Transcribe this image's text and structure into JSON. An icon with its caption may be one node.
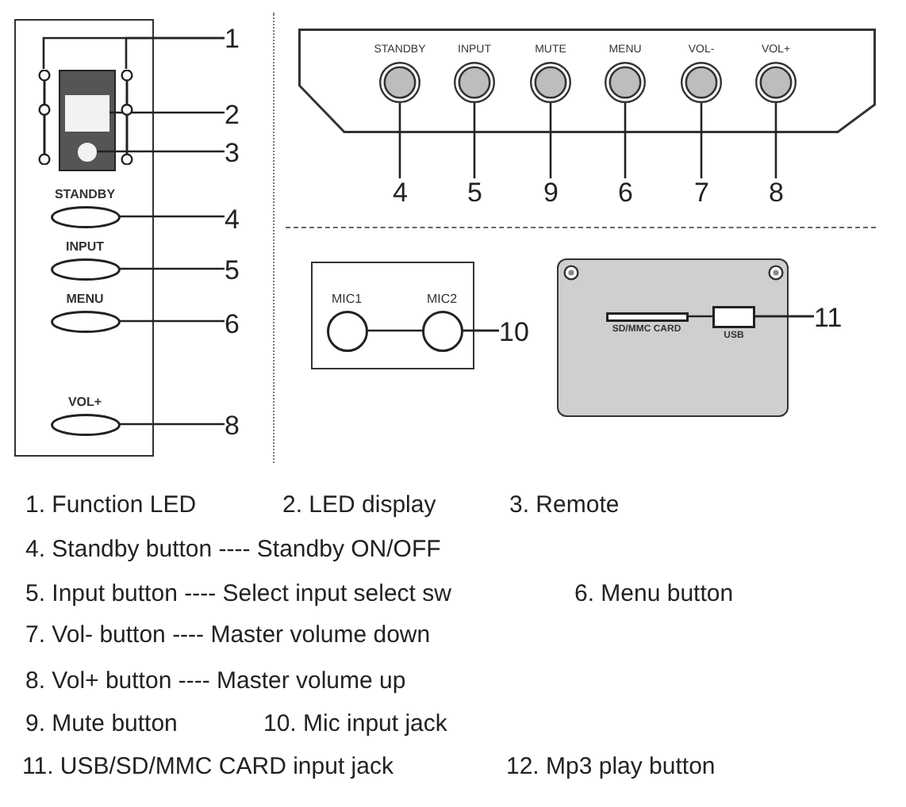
{
  "diagram": {
    "nodes": [
      {
        "text": [],
        "shape": "box"
      },
      {
        "text": [],
        "shape": "picture",
        "in": 0
      },
      {
        "text": [],
        "shape": "picture",
        "in": 0
      },
      {
        "text": [],
        "shape": "box",
        "in": 0
      },
      {
        "text": [],
        "shape": "box",
        "in": 3
      },
      {
        "text": [],
        "shape": "circle",
        "in": 3
      },
      {
        "text": [
          "STANDBY"
        ],
        "in": 0
      },
      {
        "text": [
          "INPUT"
        ],
        "in": 0
      },
      {
        "text": [
          "MENU"
        ],
        "in": 0
      },
      {
        "text": [
          "VOL+"
        ],
        "in": 0
      },
      {
        "text": [
          "1"
        ]
      },
      {
        "text": [
          "2"
        ]
      },
      {
        "text": [
          "3"
        ]
      },
      {
        "text": [
          "4"
        ]
      },
      {
        "text": [
          "5"
        ]
      },
      {
        "text": [
          "6"
        ]
      },
      {
        "text": [
          "8"
        ]
      },
      {
        "text": [],
        "shape": "box"
      },
      {
        "text": [
          "STANDBY"
        ],
        "in": 17
      },
      {
        "text": [
          "INPUT"
        ],
        "in": 17
      },
      {
        "text": [
          "MUTE"
        ],
        "in": 17
      },
      {
        "text": [
          "MENU"
        ],
        "in": 17
      },
      {
        "text": [
          "VOL-"
        ],
        "in": 17
      },
      {
        "text": [
          "VOL+"
        ],
        "in": 17
      },
      {
        "text": [
          "4"
        ]
      },
      {
        "text": [
          "5"
        ]
      },
      {
        "text": [
          "9"
        ]
      },
      {
        "text": [
          "6"
        ]
      },
      {
        "text": [
          "7"
        ]
      },
      {
        "text": [
          "8"
        ]
      },
      {
        "text": [],
        "shape": "box"
      },
      {
        "text": [
          "MIC1"
        ],
        "in": 30
      },
      {
        "text": [
          "MIC2"
        ],
        "in": 30
      },
      {
        "text": [
          "10"
        ]
      },
      {
        "text": [],
        "shape": "box"
      },
      {
        "text": [
          "SD/MMC CARD"
        ],
        "in": 34
      },
      {
        "text": [
          "USB"
        ],
        "in": 34
      },
      {
        "text": [
          "11"
        ]
      }
    ],
    "edges": [
      {
        "from": 10,
        "to": 1,
        "arrow": "none"
      },
      {
        "from": 10,
        "to": 2,
        "arrow": "none"
      },
      {
        "from": 11,
        "to": 4,
        "arrow": "none"
      },
      {
        "from": 12,
        "to": 5,
        "arrow": "none"
      },
      {
        "from": 13,
        "to": 6,
        "arrow": "none"
      },
      {
        "from": 14,
        "to": 7,
        "arrow": "none"
      },
      {
        "from": 15,
        "to": 8,
        "arrow": "none"
      },
      {
        "from": 16,
        "to": 9,
        "arrow": "none"
      },
      {
        "from": 24,
        "to": 18,
        "arrow": "none"
      },
      {
        "from": 25,
        "to": 19,
        "arrow": "none"
      },
      {
        "from": 26,
        "to": 20,
        "arrow": "none"
      },
      {
        "from": 27,
        "to": 21,
        "arrow": "none"
      },
      {
        "from": 28,
        "to": 22,
        "arrow": "none"
      },
      {
        "from": 29,
        "to": 23,
        "arrow": "none"
      },
      {
        "from": 33,
        "to": 31,
        "arrow": "none"
      },
      {
        "from": 33,
        "to": 32,
        "arrow": "none"
      },
      {
        "from": 37,
        "to": 35,
        "arrow": "none"
      },
      {
        "from": 37,
        "to": 36,
        "arrow": "none"
      }
    ],
    "labels": [
      "1. Function LED",
      "2. LED display",
      "3. Remote",
      "4. Standby button ---- Standby ON/OFF",
      "5. Input button ---- Select input select sw",
      "6. Menu button",
      "7. Vol- button ---- Master volume down",
      "8. Vol+ button ---- Master volume up",
      "9. Mute button",
      "10. Mic input jack",
      "11. USB/SD/MMC CARD input jack",
      "12. Mp3 play button"
    ]
  }
}
